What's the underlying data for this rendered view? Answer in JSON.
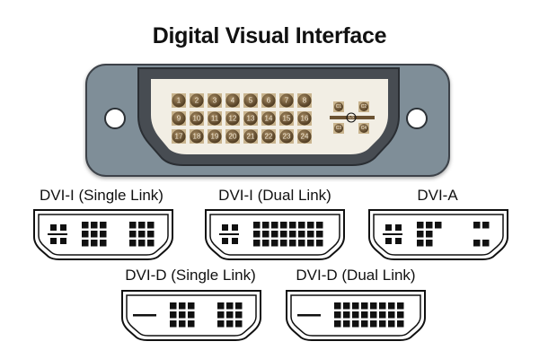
{
  "title": "Digital Visual Interface",
  "main_connector": {
    "pins": [
      "1",
      "2",
      "3",
      "4",
      "5",
      "6",
      "7",
      "8",
      "9",
      "10",
      "11",
      "12",
      "13",
      "14",
      "15",
      "16",
      "17",
      "18",
      "19",
      "20",
      "21",
      "22",
      "23",
      "24"
    ],
    "analog_pins": [
      "C1",
      "C2",
      "C3",
      "C4",
      "C5"
    ],
    "colors": {
      "plate": "#7f8e98",
      "frame": "#4a4f55",
      "face": "#f2eee4",
      "pin": "#6b5232"
    }
  },
  "connectors": [
    {
      "label": "DVI-I (Single Link)",
      "type": "i-single"
    },
    {
      "label": "DVI-I (Dual Link)",
      "type": "i-dual"
    },
    {
      "label": "DVI-A",
      "type": "a"
    },
    {
      "label": "DVI-D (Single Link)",
      "type": "d-single"
    },
    {
      "label": "DVI-D (Dual Link)",
      "type": "d-dual"
    }
  ]
}
